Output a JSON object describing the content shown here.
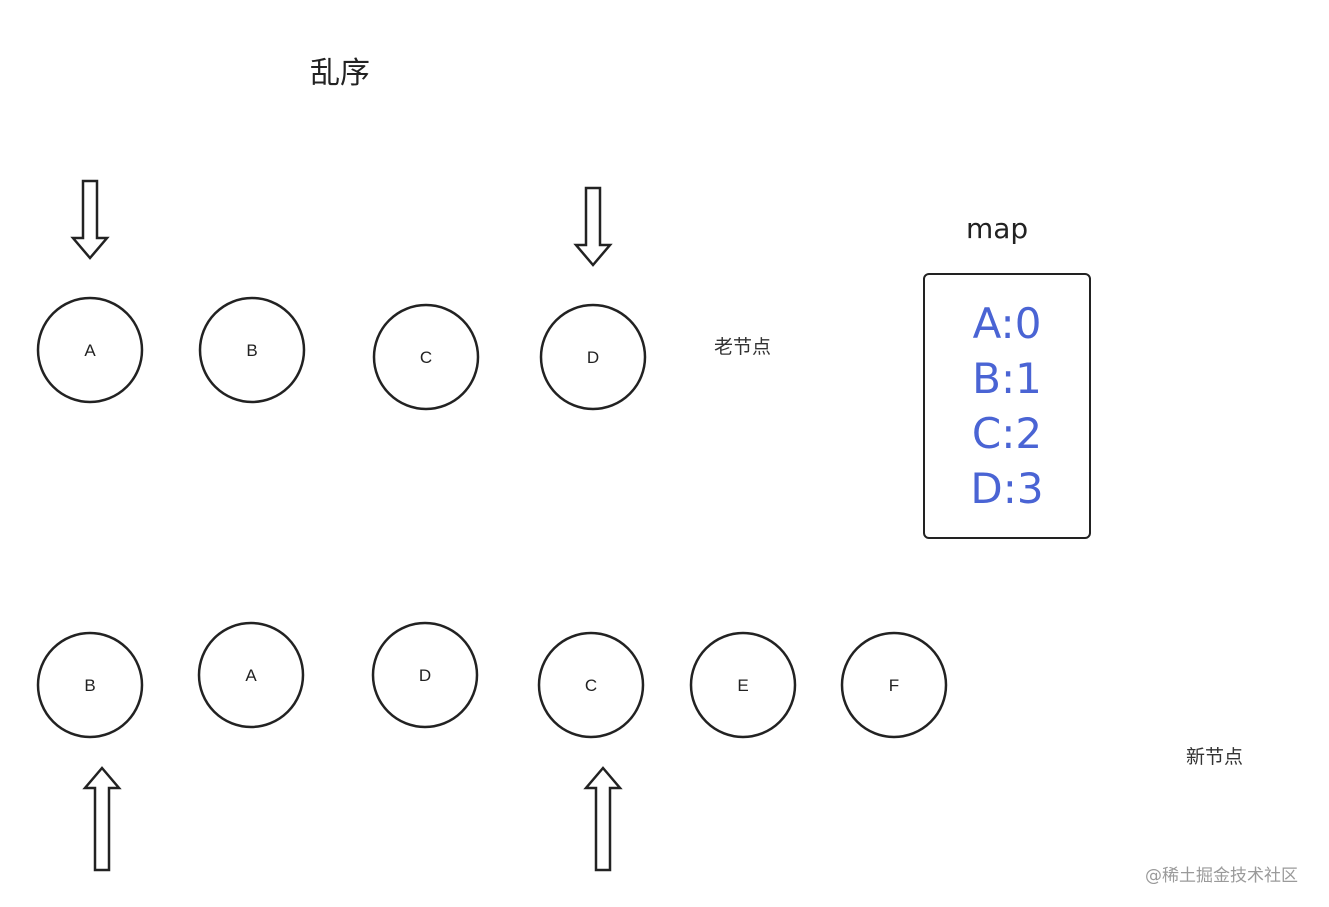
{
  "title": "乱序",
  "old_nodes": {
    "label": "老节点",
    "items": [
      {
        "id": "A",
        "pointer": true
      },
      {
        "id": "B",
        "pointer": false
      },
      {
        "id": "C",
        "pointer": false
      },
      {
        "id": "D",
        "pointer": true
      }
    ]
  },
  "new_nodes": {
    "label": "新节点",
    "items": [
      {
        "id": "B",
        "pointer": true
      },
      {
        "id": "A",
        "pointer": false
      },
      {
        "id": "D",
        "pointer": false
      },
      {
        "id": "C",
        "pointer": true
      },
      {
        "id": "E",
        "pointer": false
      },
      {
        "id": "F",
        "pointer": false
      }
    ]
  },
  "map": {
    "title": "map",
    "entries": [
      "A:0",
      "B:1",
      "C:2",
      "D:3"
    ]
  },
  "watermark": "@稀土掘金技术社区",
  "colors": {
    "stroke": "#222222",
    "map_text": "#4a64d4"
  }
}
